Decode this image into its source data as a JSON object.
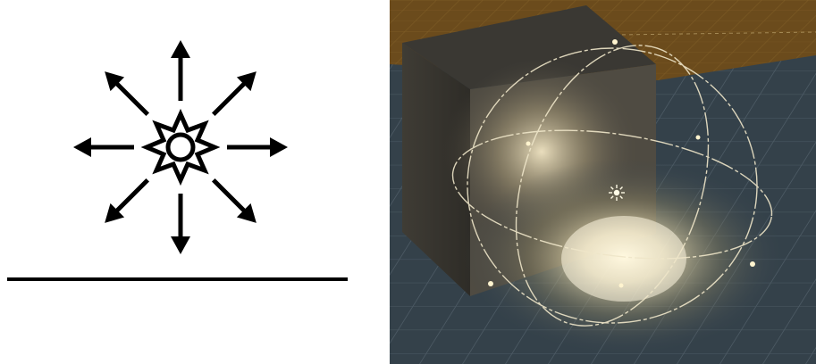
{
  "diagram": {
    "icon": "point-light-radiating-icon",
    "ground_line": "horizontal-ground-line",
    "arrow_directions": [
      "n",
      "ne",
      "e",
      "se",
      "s",
      "sw",
      "w",
      "nw"
    ]
  },
  "scene": {
    "icon": "unity-point-light-scene-view",
    "light_gizmo_icon": "sun-bulb-icon",
    "colors": {
      "sky_floor": "#6a4a1a",
      "floor_grid": "#3a4852",
      "box_wall": "#4f4b42",
      "light_glow": "#fff6d6",
      "gizmo_line": "#efe6c9"
    }
  }
}
